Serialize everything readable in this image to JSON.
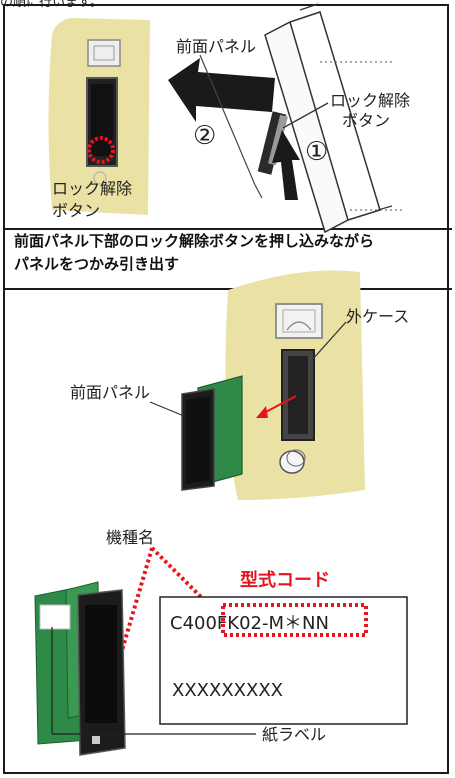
{
  "header_cut_text": "の順に行います。",
  "section1": {
    "front_panel_label": "前面パネル",
    "unlock_button_label_right_line1": "ロック解除",
    "unlock_button_label_right_line2": "ボタン",
    "unlock_button_label_left_line1": "ロック解除",
    "unlock_button_label_left_line2": "ボタン",
    "step1": "①",
    "step2": "②"
  },
  "caption_line1": "前面パネル下部のロック解除ボタンを押し込みながら",
  "caption_line2": "パネルをつかみ引き出す",
  "section2": {
    "outer_case_label": "外ケース",
    "front_panel_label": "前面パネル"
  },
  "section3": {
    "model_name_label": "機種名",
    "type_code_title": "型式コード",
    "model_code": "C400FK02-M＊NN",
    "serial_placeholder": "XXXXXXXXX",
    "paper_label": "紙ラベル"
  },
  "colors": {
    "wall": "#e9e2a4",
    "panel_green": "#2f8a48",
    "accent_red": "#e6141e",
    "arrow": "#1a1a1a"
  }
}
